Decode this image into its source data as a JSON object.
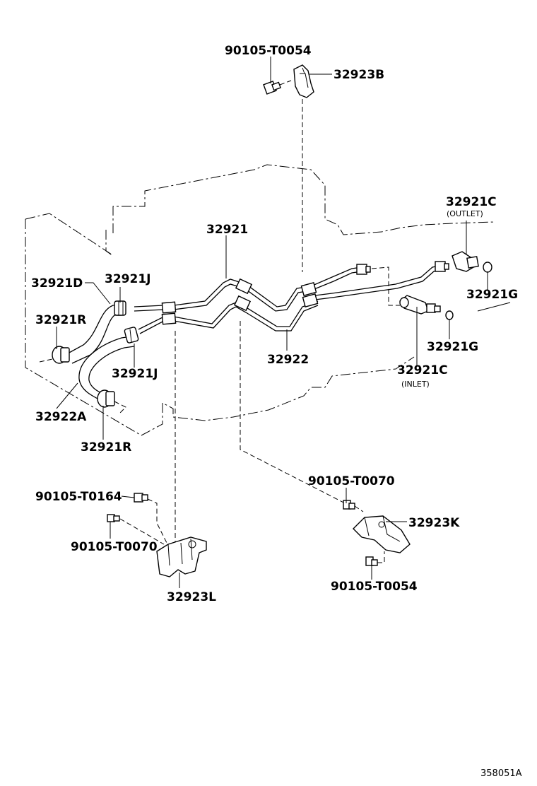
{
  "labels": {
    "bolt_top": "90105-T0054",
    "bracket_b": "32923B",
    "outlet_c": "32921C",
    "outlet_note": "(OUTLET)",
    "tube_main": "32921",
    "hose_d": "32921D",
    "clip_j_top": "32921J",
    "clamp_r_top": "32921R",
    "gasket_g_top": "32921G",
    "tube_22": "32922",
    "gasket_g_low": "32921G",
    "inlet_c": "32921C",
    "inlet_note": "(INLET)",
    "clip_j_low": "32921J",
    "hose_22a": "32922A",
    "clamp_r_low": "32921R",
    "bolt_k_top": "90105-T0070",
    "bracket_k": "32923K",
    "bolt_k_low": "90105-T0054",
    "bolt_l_top": "90105-T0164",
    "bolt_l_low": "90105-T0070",
    "bracket_l": "32923L"
  },
  "figure_id": "358051A"
}
